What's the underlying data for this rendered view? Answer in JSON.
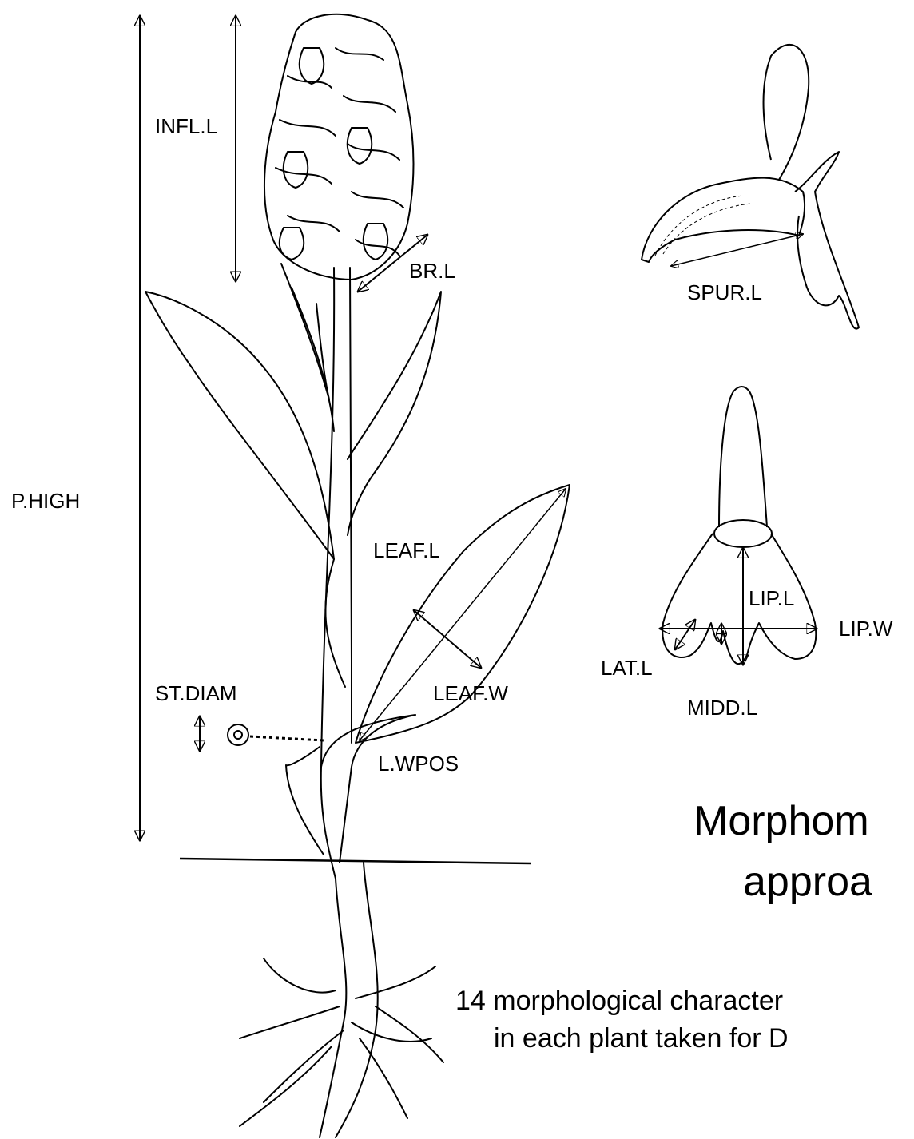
{
  "labels": {
    "infl_l": "INFL.L",
    "br_l": "BR.L",
    "p_high": "P.HIGH",
    "leaf_l": "LEAF.L",
    "leaf_w": "LEAF.W",
    "st_diam": "ST.DIAM",
    "l_wpos": "L.WPOS",
    "spur_l": "SPUR.L",
    "lip_l": "LIP.L",
    "lip_w": "LIP.W",
    "lat_l": "LAT.L",
    "midd_l": "MIDD.L"
  },
  "heading": {
    "line1": "Morphom",
    "line2": "approa"
  },
  "caption": {
    "line1": "14 morphological character",
    "line2": "in each plant taken for D"
  },
  "colors": {
    "ink": "#000000",
    "background": "#ffffff"
  }
}
